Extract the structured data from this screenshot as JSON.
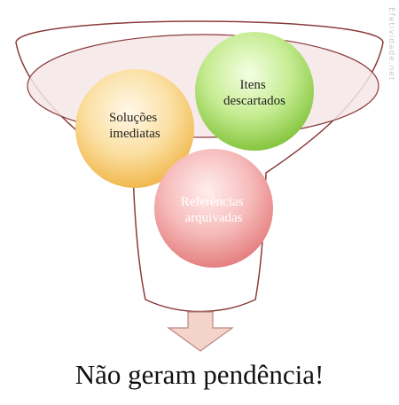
{
  "circles": [
    {
      "id": "solucoes",
      "lines": [
        "Soluções",
        "imediatas"
      ],
      "fill": "#f6c86d",
      "text_color": "#222222"
    },
    {
      "id": "itens",
      "lines": [
        "Itens",
        "descartados"
      ],
      "fill": "#99d45a",
      "text_color": "#222222"
    },
    {
      "id": "referencias",
      "lines": [
        "Referências",
        "arquivadas"
      ],
      "fill": "#f09a9a",
      "text_color": "#ffffff"
    }
  ],
  "caption": "Não geram pendência!",
  "watermark": "Efetividade.net",
  "colors": {
    "funnel_stroke": "#8b3a3a",
    "funnel_fill": "#ffffff",
    "rim_fill": "#f5e6e6",
    "arrow_fill": "#f3d3cc",
    "arrow_stroke": "#b9867c"
  }
}
